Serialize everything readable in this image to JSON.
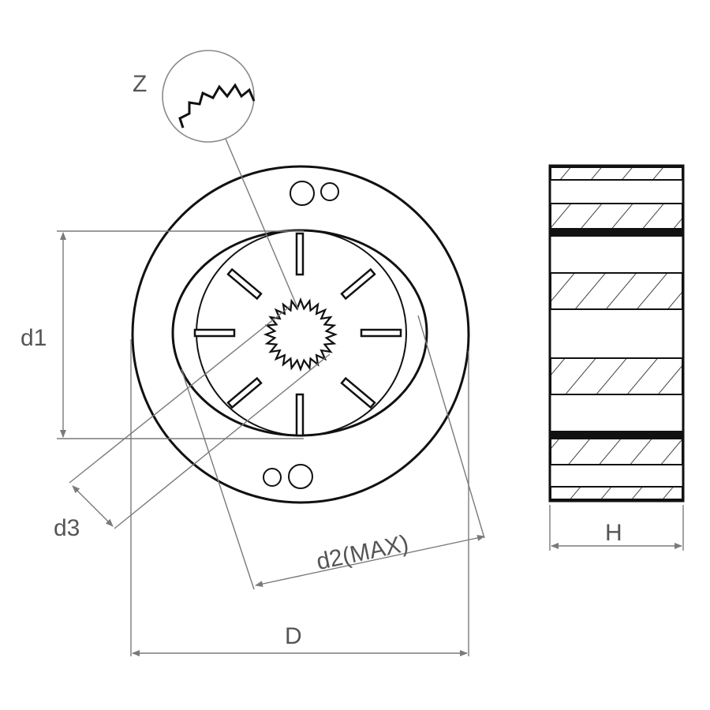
{
  "labels": {
    "detail": "Z",
    "d1": "d1",
    "d2": "d2(MAX)",
    "d3": "d3",
    "D": "D",
    "H": "H"
  },
  "colors": {
    "outline": "#111111",
    "dimension": "#7a7a7a",
    "label": "#555555",
    "background": "#ffffff"
  }
}
